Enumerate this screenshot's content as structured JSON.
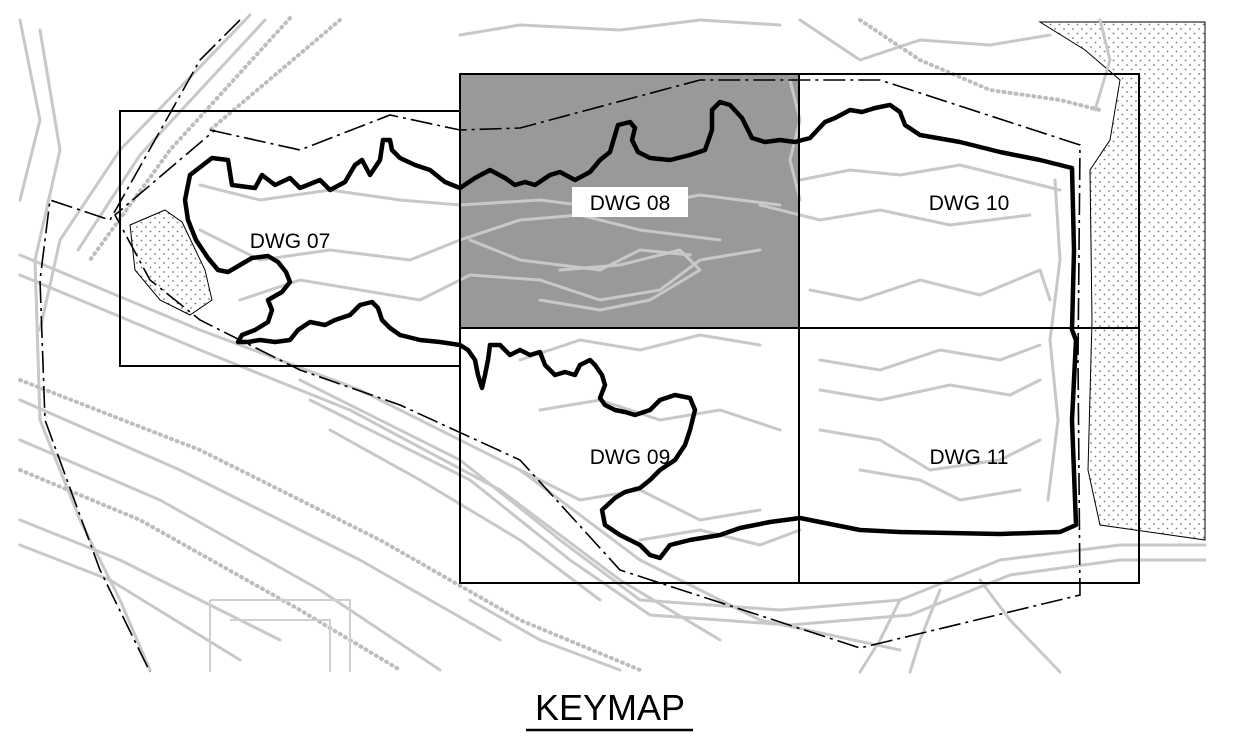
{
  "title": "KEYMAP",
  "sheets": [
    {
      "id": "07",
      "label": "DWG 07",
      "highlighted": false
    },
    {
      "id": "08",
      "label": "DWG 08",
      "highlighted": true
    },
    {
      "id": "09",
      "label": "DWG 09",
      "highlighted": false
    },
    {
      "id": "10",
      "label": "DWG 10",
      "highlighted": false
    },
    {
      "id": "11",
      "label": "DWG 11",
      "highlighted": false
    }
  ],
  "colors": {
    "highlight_fill": "#999999",
    "basemap_lines": "#c8c8c8",
    "boundary": "#000000"
  }
}
